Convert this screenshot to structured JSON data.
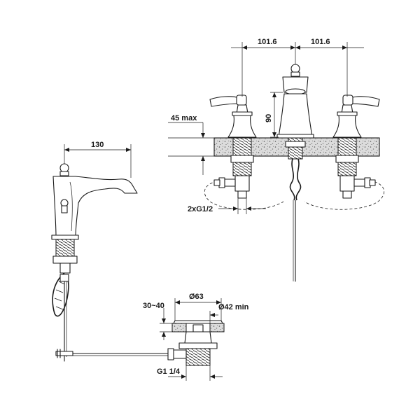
{
  "dimensions": {
    "spacing_left": "101.6",
    "spacing_right": "101.6",
    "deck_max": "45 max",
    "spout_height": "90",
    "supply_thread": "2xG1/2",
    "spout_reach": "130",
    "drain_flange": "Ø63",
    "drain_range": "30~40",
    "hole_min": "Ø42 min",
    "drain_thread": "G1 1/4"
  },
  "colors": {
    "line": "#1a1a1a",
    "background": "#ffffff",
    "granite": "#c9c9c9"
  }
}
